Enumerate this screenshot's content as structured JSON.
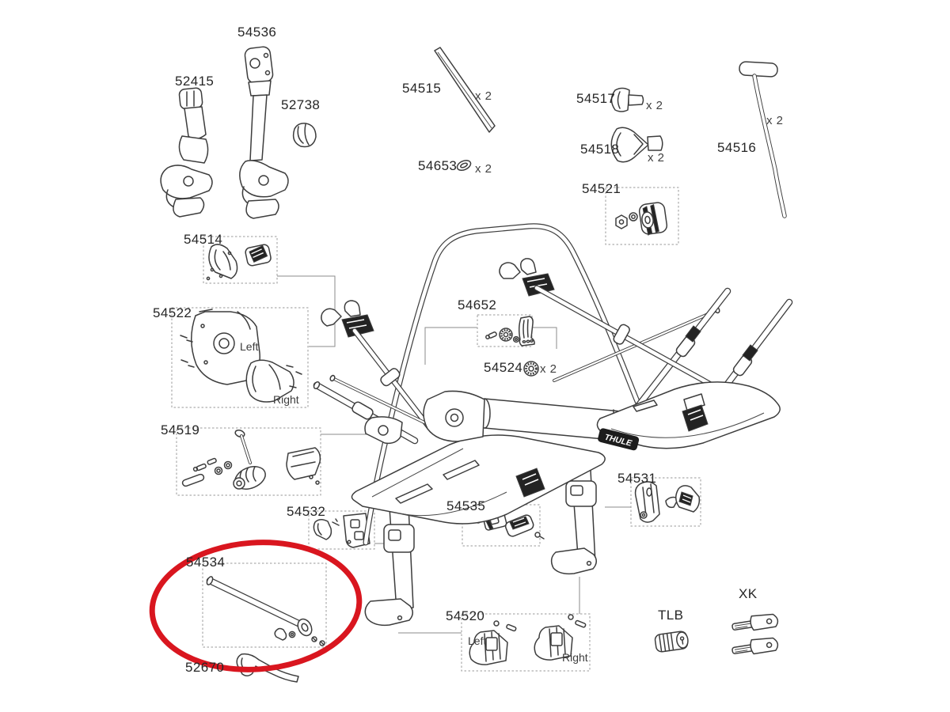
{
  "diagram": {
    "kind": "exploded spare-parts diagram",
    "product": "Thule rear-mounted bike carrier",
    "highlighted_part": "54534",
    "highlight_color": "#d9161f",
    "line_color": "#3d3d3d"
  },
  "brand": {
    "badge": "THULE"
  },
  "parts": [
    {
      "number": "54536"
    },
    {
      "number": "52415"
    },
    {
      "number": "52738"
    },
    {
      "number": "54515",
      "qty": "x 2"
    },
    {
      "number": "54653",
      "qty": "x 2"
    },
    {
      "number": "54517",
      "qty": "x 2"
    },
    {
      "number": "54518",
      "qty": "x 2"
    },
    {
      "number": "54521"
    },
    {
      "number": "54516",
      "qty": "x 2"
    },
    {
      "number": "54514"
    },
    {
      "number": "54522",
      "side_left": "Left",
      "side_right": "Right"
    },
    {
      "number": "54519"
    },
    {
      "number": "54652"
    },
    {
      "number": "54524",
      "qty": "x 2"
    },
    {
      "number": "54532"
    },
    {
      "number": "54535"
    },
    {
      "number": "54531"
    },
    {
      "number": "54534",
      "highlighted": true
    },
    {
      "number": "52670"
    },
    {
      "number": "54520",
      "side_left": "Left",
      "side_right": "Right"
    },
    {
      "number": "TLB"
    },
    {
      "number": "XK"
    }
  ]
}
